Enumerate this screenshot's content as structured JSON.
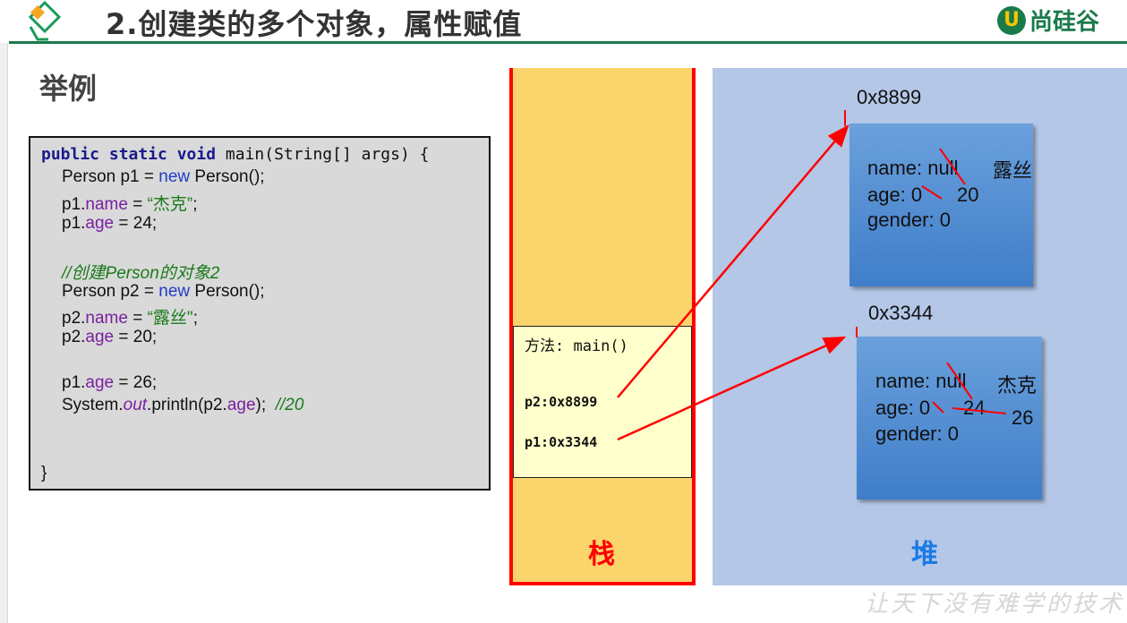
{
  "header": {
    "title": "2.创建类的多个对象，属性赋值",
    "brand_icon": "U",
    "brand_text": "尚硅谷"
  },
  "example_label": "举例",
  "code": {
    "line1_kw": "public static void",
    "line1_rest": " main(String[] args) {",
    "line2_a": "Person p1 = ",
    "line2_new": "new",
    "line2_b": " Person();",
    "line3_a": "p1.",
    "line3_field": "name",
    "line3_b": " = ",
    "line3_str": "“杰克”",
    "line3_c": ";",
    "line4_a": "p1.",
    "line4_field": "age",
    "line4_b": " = 24;",
    "comment1": "//创建Person的对象2",
    "line6_a": "Person p2 = ",
    "line6_new": "new",
    "line6_b": " Person();",
    "line7_a": "p2.",
    "line7_field": "name",
    "line7_b": " = ",
    "line7_str": "“露丝\"",
    "line7_c": ";",
    "line8_a": "p2.",
    "line8_field": "age",
    "line8_b": " = 20;",
    "line9_a": "p1.",
    "line9_field": "age",
    "line9_b": " = 26;",
    "line10_a": "System.",
    "line10_out": "out",
    "line10_b": ".println(p2.",
    "line10_field": "age",
    "line10_c": ");  ",
    "line10_comment": "//20",
    "closing": "}"
  },
  "stack": {
    "label": "栈",
    "frame_title": "方法: main()",
    "var_p2": "p2:0x8899",
    "var_p1": "p1:0x3344"
  },
  "heap": {
    "label": "堆",
    "obj1": {
      "address": "0x8899",
      "name_line": "name: null",
      "name_new": "露丝",
      "age_line": "age: 0",
      "age_new": "20",
      "gender_line": "gender: 0"
    },
    "obj2": {
      "address": "0x3344",
      "name_line": "name: null",
      "name_new": "杰克",
      "age_line": "age: 0",
      "age_mid": "24",
      "age_new": "26",
      "gender_line": "gender: 0"
    }
  },
  "watermark": "让天下没有难学的技术",
  "colors": {
    "accent_green": "#1a7a4a",
    "stack_fill": "#fbd56b",
    "stack_border": "#ff0000",
    "heap_fill": "#b4c7e7",
    "object_fill": "#5b93d6",
    "arrow": "#ff0000",
    "heap_label": "#1a7ae6"
  }
}
